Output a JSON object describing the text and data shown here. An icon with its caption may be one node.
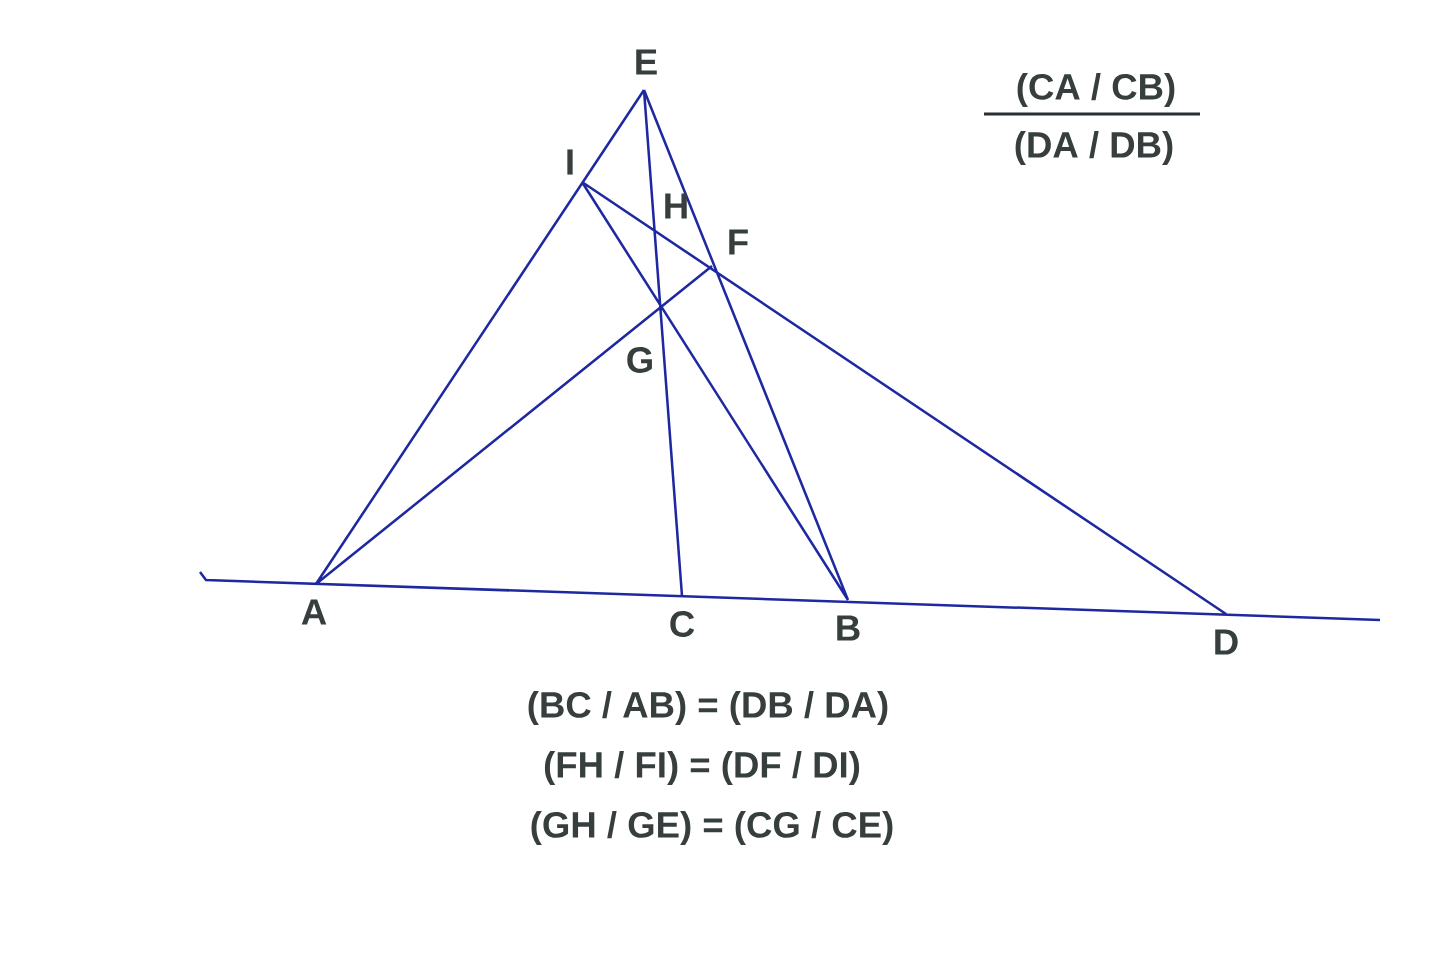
{
  "diagram": {
    "labels": [
      "E",
      "(CA / CB)",
      "I",
      "H",
      "F",
      "(DA / DB)",
      "G",
      "A",
      "C",
      "B",
      "D",
      "(BC / AB) = (DB / DA)",
      "(FH / FI) = (DF / DI)",
      "(GH / GE) = (CG / CE)"
    ]
  }
}
